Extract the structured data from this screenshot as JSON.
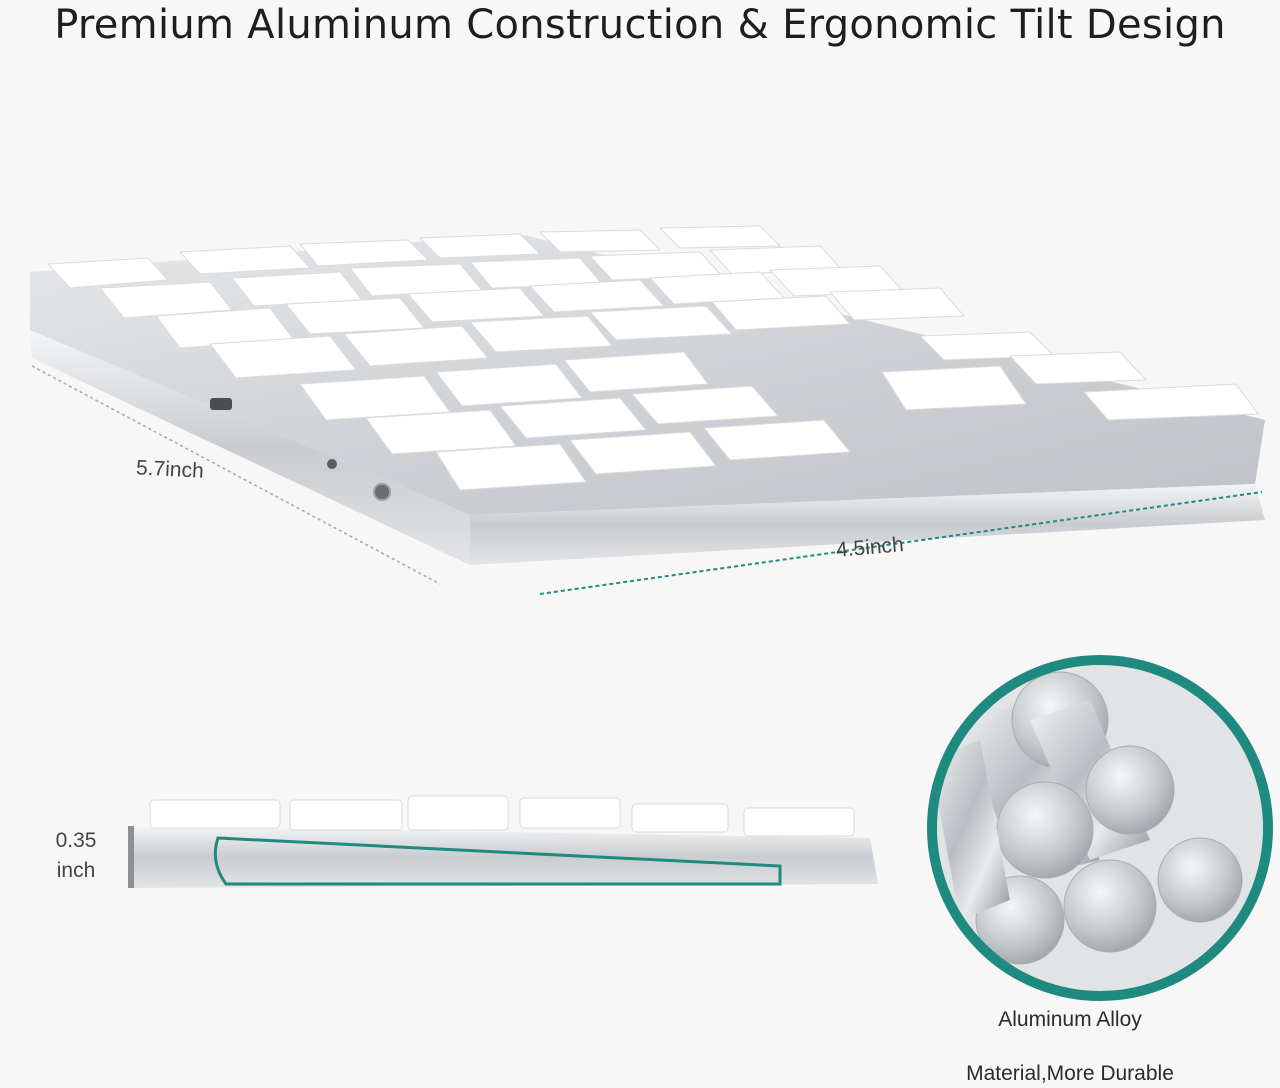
{
  "title": "Premium Aluminum Construction & Ergonomic Tilt Design",
  "dimensions": {
    "depth": "5.7inch",
    "width": "4.5inch",
    "height_line1": "0.35",
    "height_line2": "inch"
  },
  "material": {
    "caption_line1": "Aluminum Alloy",
    "caption_line2": "Material,More Durable"
  },
  "colors": {
    "accent": "#1f8a7f",
    "aluminum": "#cfd2d6",
    "key": "#ffffff"
  },
  "icons": {
    "usb_port": "micro-usb-port-icon",
    "led": "indicator-led-icon",
    "power": "power-switch-icon"
  }
}
